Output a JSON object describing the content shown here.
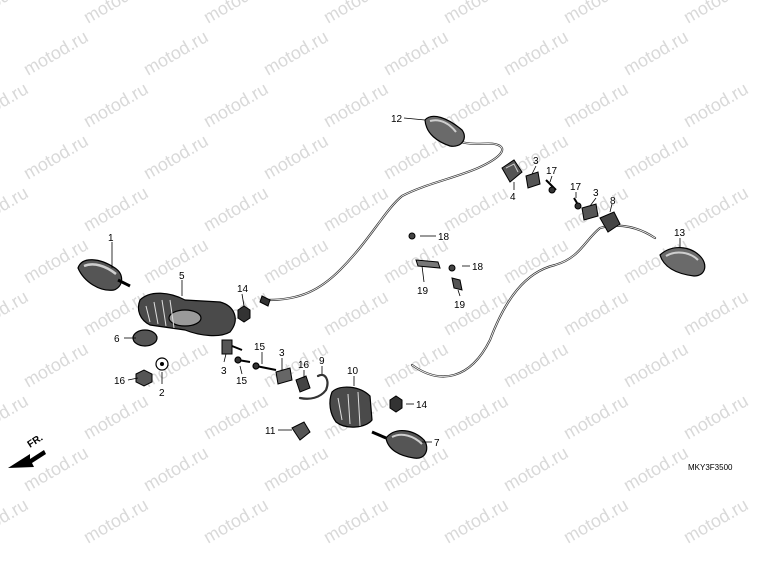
{
  "watermark": {
    "text": "motod.ru"
  },
  "diagram_code": "MKY3F3500",
  "front_marker": "FR.",
  "callouts": {
    "c1": "1",
    "c2": "2",
    "c3a": "3",
    "c3b": "3",
    "c3c": "3",
    "c3d": "3",
    "c4": "4",
    "c5": "5",
    "c6": "6",
    "c7": "7",
    "c8": "8",
    "c9": "9",
    "c10": "10",
    "c11": "11",
    "c12": "12",
    "c13": "13",
    "c14a": "14",
    "c14b": "14",
    "c15a": "15",
    "c15b": "15",
    "c16a": "16",
    "c16b": "16",
    "c17a": "17",
    "c17b": "17",
    "c18a": "18",
    "c18b": "18",
    "c19a": "19",
    "c19b": "19"
  }
}
